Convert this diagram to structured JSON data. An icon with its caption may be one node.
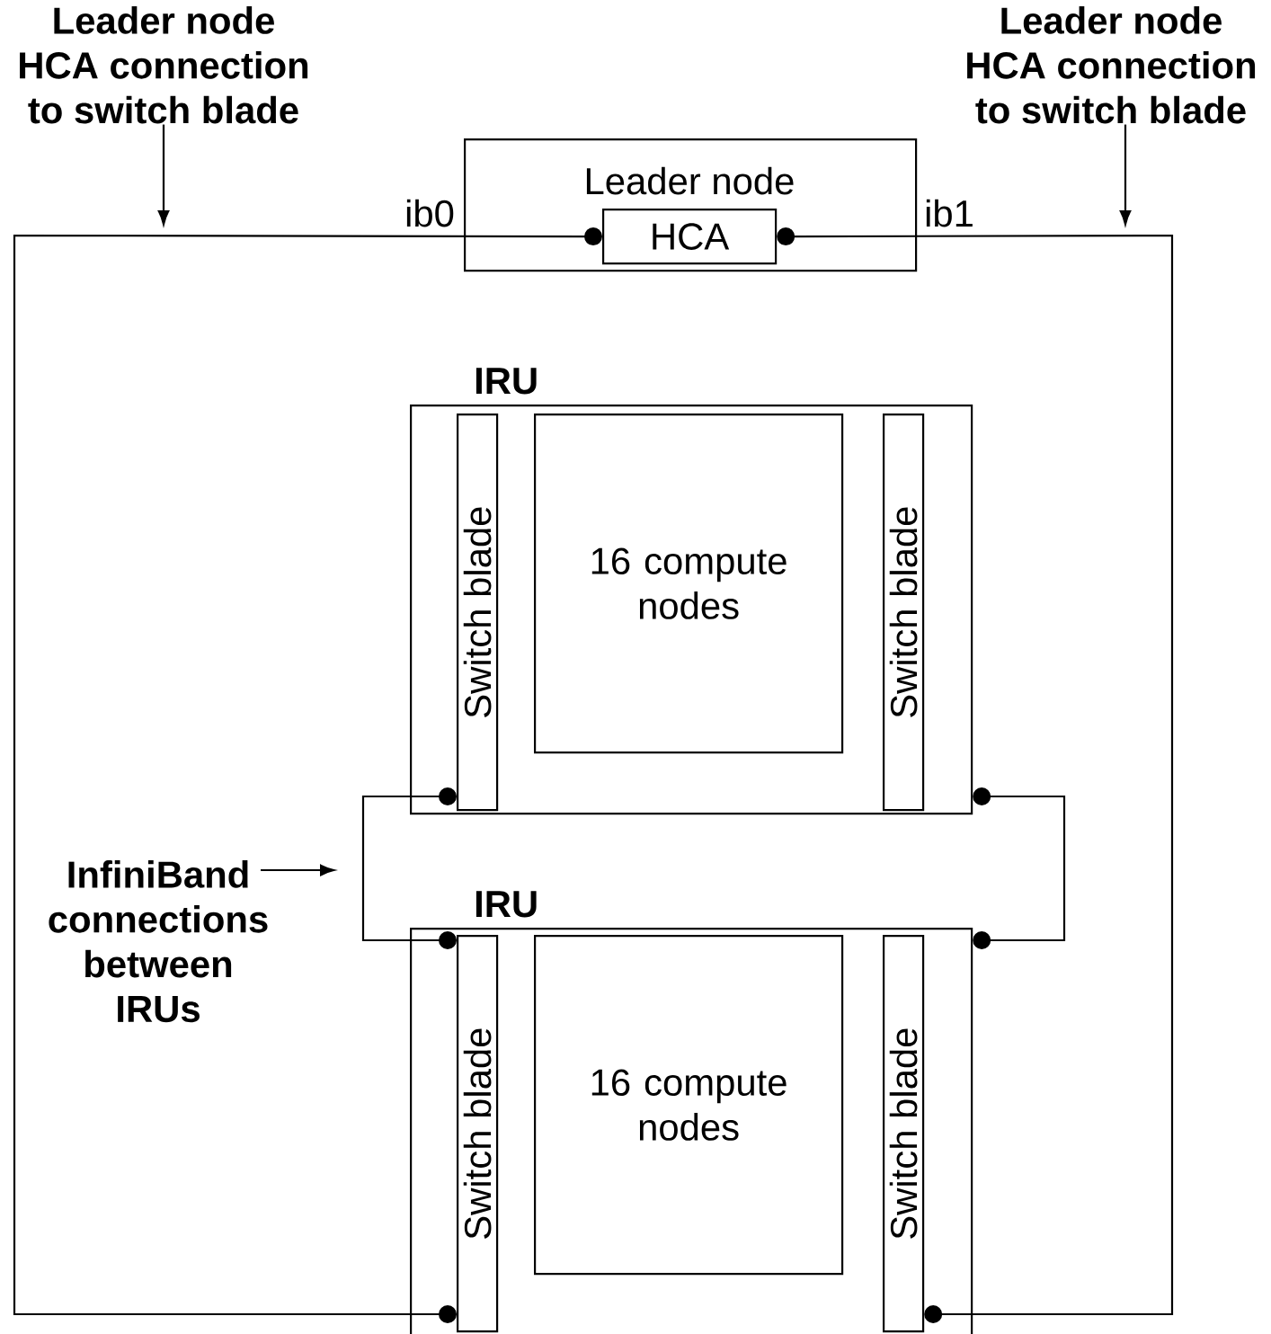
{
  "diagram": {
    "nodes": [
      {
        "text": [
          "Leader node"
        ]
      },
      {
        "text": [
          "HCA"
        ],
        "in": 0
      },
      {
        "text": [
          "IRU"
        ]
      },
      {
        "text": [
          "Switch blade"
        ],
        "in": 2
      },
      {
        "text": [
          "16 compute nodes"
        ],
        "in": 2
      },
      {
        "text": [
          "Switch blade"
        ],
        "in": 2
      },
      {
        "text": [
          "IRU"
        ]
      },
      {
        "text": [
          "Switch blade"
        ],
        "in": 6
      },
      {
        "text": [
          "16 compute nodes"
        ],
        "in": 6
      },
      {
        "text": [
          "Switch blade"
        ],
        "in": 6
      },
      {
        "text": [
          "Leader node HCA connection to switch blade"
        ]
      },
      {
        "text": [
          "Leader node HCA connection to switch blade"
        ]
      },
      {
        "text": [
          "InfiniBand connections between IRUs"
        ]
      }
    ],
    "edges": [
      {
        "from": 1,
        "to": 7,
        "arrow": "other",
        "label": "ib0"
      },
      {
        "from": 1,
        "to": 9,
        "arrow": "other",
        "label": "ib1"
      },
      {
        "from": 3,
        "to": 7,
        "arrow": "other"
      },
      {
        "from": 2,
        "to": 6,
        "arrow": "other"
      },
      {
        "from": 10,
        "to": null,
        "arrow": "to"
      },
      {
        "from": 11,
        "to": null,
        "arrow": "to"
      },
      {
        "from": 12,
        "to": null,
        "arrow": "to"
      }
    ]
  }
}
